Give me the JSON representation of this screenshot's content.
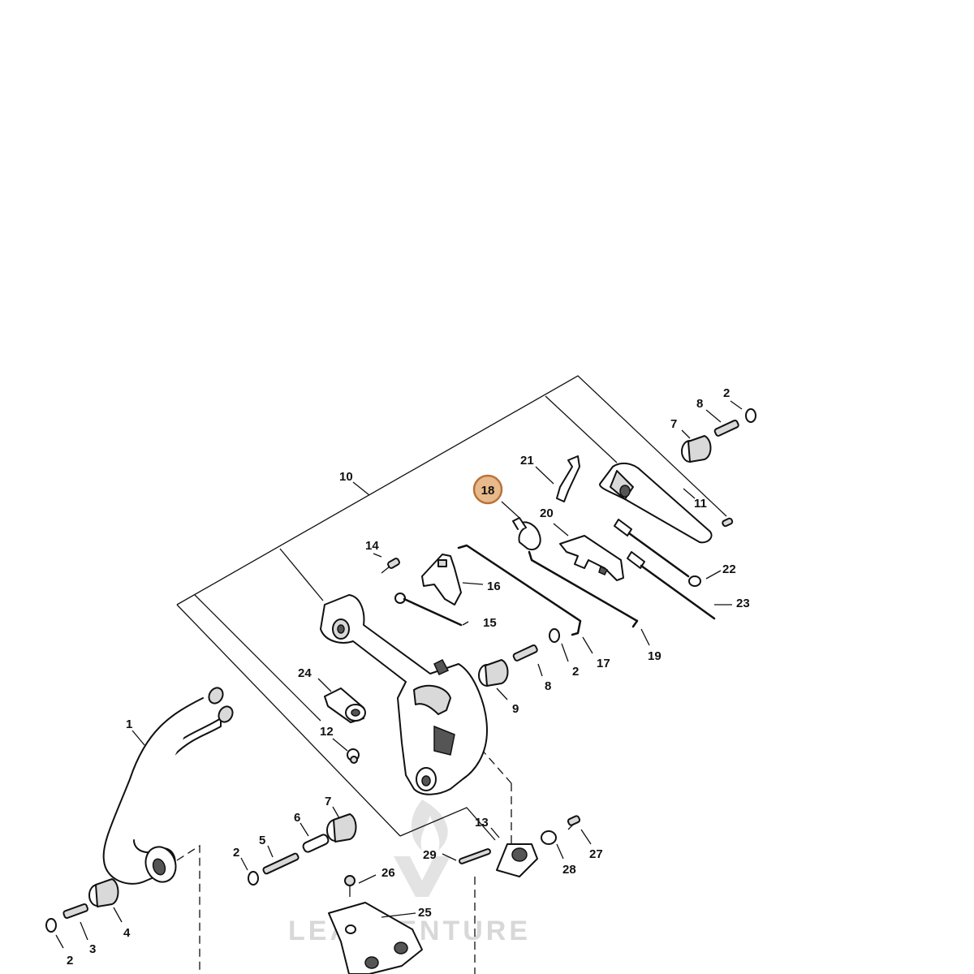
{
  "labels": {
    "p1": "1",
    "p2a": "2",
    "p2b": "2",
    "p2c": "2",
    "p2d": "2",
    "p3": "3",
    "p4": "4",
    "p5": "5",
    "p6": "6",
    "p7a": "7",
    "p7b": "7",
    "p8a": "8",
    "p8b": "8",
    "p9": "9",
    "p10": "10",
    "p11": "11",
    "p12": "12",
    "p13": "13",
    "p14": "14",
    "p15": "15",
    "p16": "16",
    "p17": "17",
    "p18": "18",
    "p19": "19",
    "p20": "20",
    "p21": "21",
    "p22": "22",
    "p23": "23",
    "p24": "24",
    "p25": "25",
    "p26": "26",
    "p27": "27",
    "p28": "28",
    "p29": "29"
  },
  "highlight": {
    "label": "18",
    "color": "#e8b98a"
  },
  "watermark": {
    "text": "LEADVENTURE"
  }
}
